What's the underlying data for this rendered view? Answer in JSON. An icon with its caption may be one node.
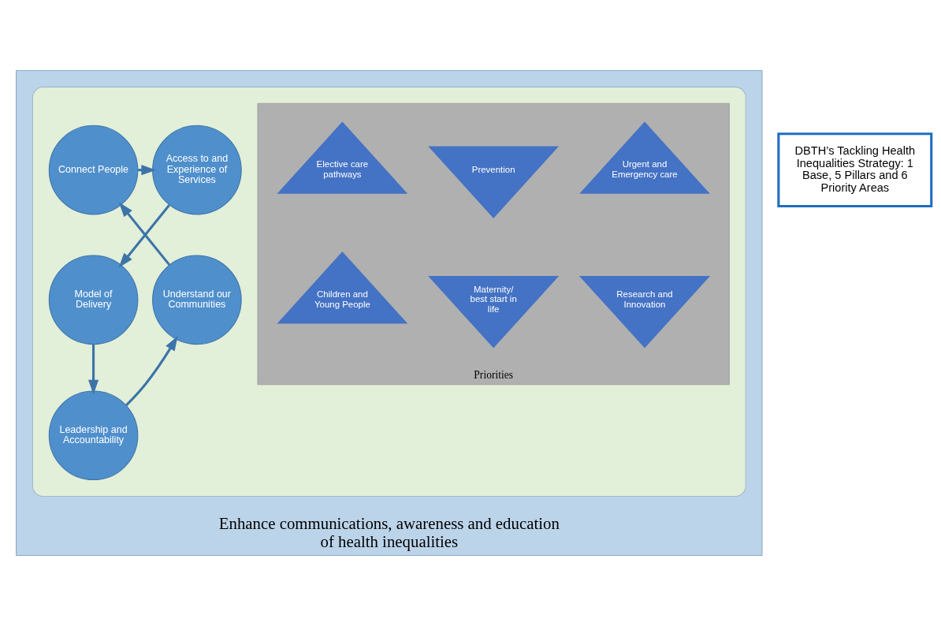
{
  "diagram": {
    "nodes": [
      {
        "text": [
          "Enhance communications, awareness and education of health inequalities"
        ]
      },
      {
        "text": [],
        "shape": "ellipse",
        "in": 0
      },
      {
        "text": [
          "Connect People"
        ],
        "in": 1
      },
      {
        "text": [
          "Access to and Experience of Services"
        ],
        "in": 1
      },
      {
        "text": [
          "Priorities"
        ],
        "in": 1
      },
      {
        "text": [
          "Urgent and Emergency care"
        ],
        "in": 4
      },
      {
        "text": [
          "Prevention"
        ],
        "in": 4
      },
      {
        "text": [
          "Elective care pathways"
        ],
        "in": 4
      },
      {
        "text": [
          "Understand our Communities"
        ],
        "in": 1
      },
      {
        "text": [
          "Model of Delivery"
        ],
        "in": 1
      },
      {
        "text": [
          "Research and Innovation"
        ],
        "in": 4
      },
      {
        "text": [
          "Maternity/ best start in life"
        ],
        "in": 4
      },
      {
        "text": [
          "Children and Young People"
        ],
        "in": 4
      },
      {
        "text": [
          "Leadership and Accountability"
        ],
        "in": 1
      },
      {
        "text": [
          "DBTH’s Tackling Health Inequalities Strategy: 1 Base, 5 Pillars and 6 Priority Areas"
        ]
      }
    ],
    "edges": [
      {
        "from": 2,
        "to": 3,
        "arrow": "to"
      },
      {
        "from": 3,
        "to": 9,
        "arrow": "to"
      },
      {
        "from": 9,
        "to": 13,
        "arrow": "to"
      },
      {
        "from": 13,
        "to": 8,
        "arrow": "to"
      },
      {
        "from": 8,
        "to": 2,
        "arrow": "to"
      }
    ]
  }
}
